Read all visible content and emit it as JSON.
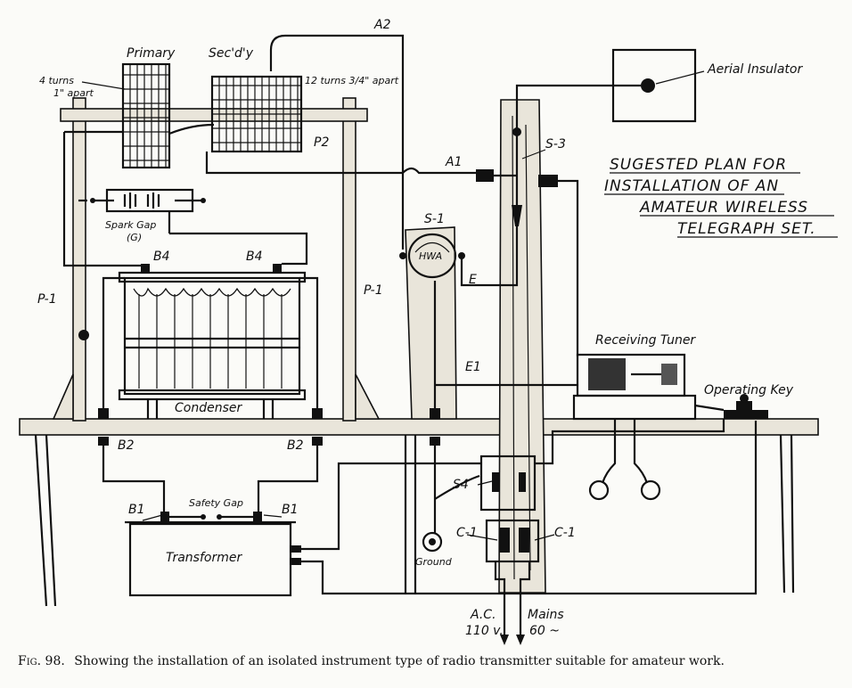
{
  "diagram": {
    "title_lines": [
      "SUGESTED PLAN FOR",
      "INSTALLATION OF AN",
      "AMATEUR WIRELESS",
      "TELEGRAPH SET."
    ],
    "labels": {
      "primary": "Primary",
      "secondary": "Sec'd'y",
      "four_turns": "4 turns",
      "one_apart": "1\" apart",
      "twelve_turns": "12 turns 3/4\" apart",
      "a2": "A2",
      "aerial_insulator": "Aerial Insulator",
      "p2": "P2",
      "a1": "A1",
      "s3": "S-3",
      "spark_gap": "Spark Gap",
      "spark_gap_g": "(G)",
      "s1": "S-1",
      "hwa": "HWA",
      "b4_left": "B4",
      "b4_right": "B4",
      "p1_left": "P-1",
      "p1_right": "P-1",
      "e": "E",
      "receiving_tuner": "Receiving Tuner",
      "e1": "E1",
      "operating_key": "Operating Key",
      "condenser": "Condenser",
      "b2_left": "B2",
      "b2_right": "B2",
      "s4": "S4",
      "b1_left": "B1",
      "b1_right": "B1",
      "safety_gap": "Safety Gap",
      "c1_left": "C-1",
      "c1_right": "C-1",
      "transformer": "Transformer",
      "ground": "Ground",
      "ac": "A.C.",
      "mains": "Mains",
      "volts": "110 v.",
      "cycles": "60 ~"
    }
  },
  "caption": {
    "figure": "Fig. 98.",
    "text": "Showing the installation of an isolated instrument type of radio transmitter suitable for amateur work."
  }
}
